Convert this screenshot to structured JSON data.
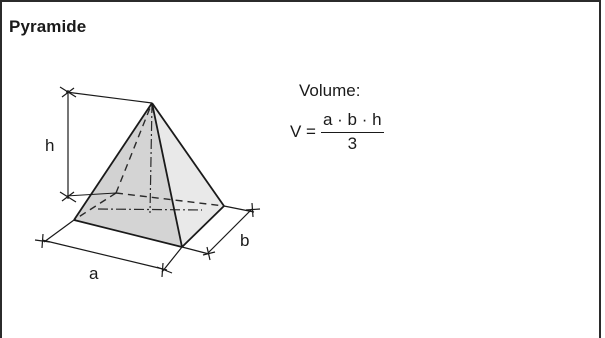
{
  "panel": {
    "title": "Pyramide"
  },
  "figure": {
    "labels": {
      "height": "h",
      "base_front": "a",
      "base_side": "b"
    }
  },
  "formula": {
    "caption": "Volume:",
    "lhs": "V =",
    "numerator": "a · b · h",
    "denominator": "3"
  }
}
